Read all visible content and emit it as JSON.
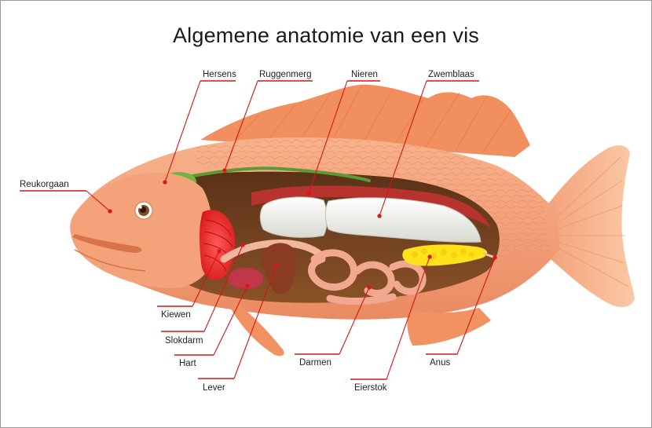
{
  "title": "Algemene anatomie van een vis",
  "colors": {
    "fish_body": "#f4a27a",
    "fish_dark": "#e9845a",
    "body_cavity": "#6e3f1f",
    "swim_bladder": "#f2f2ee",
    "gills": "#ee2a2a",
    "spinal_cord": "#5c9a35",
    "brain": "#6fb445",
    "ovary": "#ffe21a",
    "liver": "#8a3d22",
    "intestines": "#f0a58f",
    "leader_lines": "#d41515"
  },
  "labels": {
    "reukorgaan": "Reukorgaan",
    "hersens": "Hersens",
    "ruggenmerg": "Ruggenmerg",
    "nieren": "Nieren",
    "zwemblaas": "Zwemblaas",
    "kiewen": "Kiewen",
    "slokdarm": "Slokdarm",
    "hart": "Hart",
    "lever": "Lever",
    "darmen": "Darmen",
    "eierstok": "Eierstok",
    "anus": "Anus"
  }
}
